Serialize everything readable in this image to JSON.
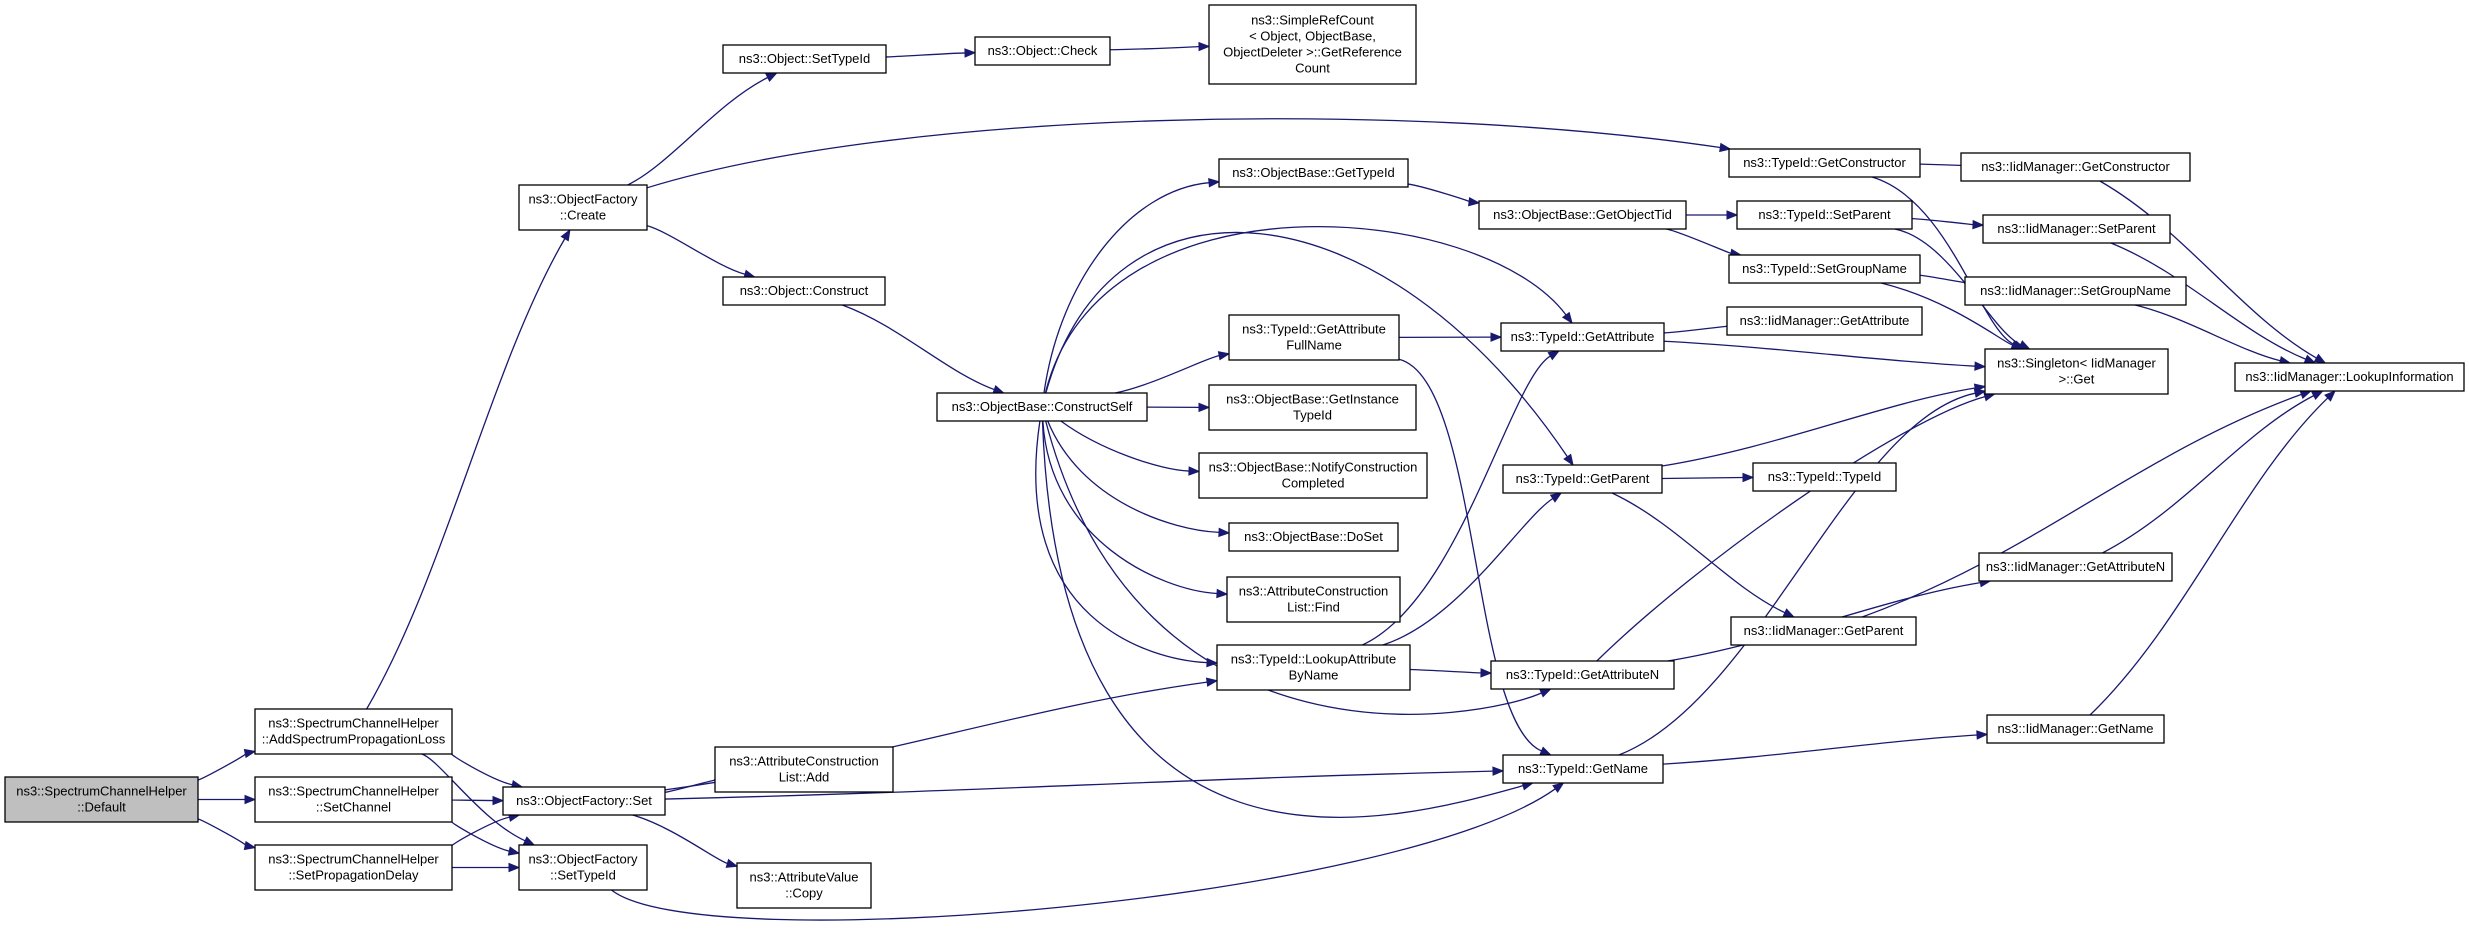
{
  "diagram": {
    "nodes": {
      "default": [
        "ns3::SpectrumChannelHelper",
        "::Default"
      ],
      "addLoss": [
        "ns3::SpectrumChannelHelper",
        "::AddSpectrumPropagationLoss"
      ],
      "setChannel": [
        "ns3::SpectrumChannelHelper",
        "::SetChannel"
      ],
      "setDelay": [
        "ns3::SpectrumChannelHelper",
        "::SetPropagationDelay"
      ],
      "create": [
        "ns3::ObjectFactory",
        "::Create"
      ],
      "ofSet": [
        "ns3::ObjectFactory::Set"
      ],
      "ofSetTypeId": [
        "ns3::ObjectFactory",
        "::SetTypeId"
      ],
      "objSetTypeId": [
        "ns3::Object::SetTypeId"
      ],
      "objCheck": [
        "ns3::Object::Check"
      ],
      "simpleRef": [
        "ns3::SimpleRefCount",
        "< Object, ObjectBase,",
        "ObjectDeleter >::GetReference",
        "Count"
      ],
      "objConstruct": [
        "ns3::Object::Construct"
      ],
      "acListAdd": [
        "ns3::AttributeConstruction",
        "List::Add"
      ],
      "avCopy": [
        "ns3::AttributeValue",
        "::Copy"
      ],
      "constructSelf": [
        "ns3::ObjectBase::ConstructSelf"
      ],
      "obGetTypeId": [
        "ns3::ObjectBase::GetTypeId"
      ],
      "tidGetAttrFull": [
        "ns3::TypeId::GetAttribute",
        "FullName"
      ],
      "obGetInstance": [
        "ns3::ObjectBase::GetInstance",
        "TypeId"
      ],
      "obNotify": [
        "ns3::ObjectBase::NotifyConstruction",
        "Completed"
      ],
      "obDoSet": [
        "ns3::ObjectBase::DoSet"
      ],
      "acListFind": [
        "ns3::AttributeConstruction",
        "List::Find"
      ],
      "tidLookupAttr": [
        "ns3::TypeId::LookupAttribute",
        "ByName"
      ],
      "obGetObjectTid": [
        "ns3::ObjectBase::GetObjectTid"
      ],
      "tidGetAttribute": [
        "ns3::TypeId::GetAttribute"
      ],
      "tidGetParent": [
        "ns3::TypeId::GetParent"
      ],
      "tidGetAttributeN": [
        "ns3::TypeId::GetAttributeN"
      ],
      "tidGetName": [
        "ns3::TypeId::GetName"
      ],
      "tidGetConstructor": [
        "ns3::TypeId::GetConstructor"
      ],
      "tidSetParent": [
        "ns3::TypeId::SetParent"
      ],
      "tidSetGroupName": [
        "ns3::TypeId::SetGroupName"
      ],
      "imGetAttribute": [
        "ns3::IidManager::GetAttribute"
      ],
      "singletonGet": [
        "ns3::Singleton< IidManager",
        ">::Get"
      ],
      "tidTypeId": [
        "ns3::TypeId::TypeId"
      ],
      "imGetParent": [
        "ns3::IidManager::GetParent"
      ],
      "imGetConstructor": [
        "ns3::IidManager::GetConstructor"
      ],
      "imSetParent": [
        "ns3::IidManager::SetParent"
      ],
      "imSetGroupName": [
        "ns3::IidManager::SetGroupName"
      ],
      "imGetAttributeN": [
        "ns3::IidManager::GetAttributeN"
      ],
      "imGetName": [
        "ns3::IidManager::GetName"
      ],
      "imLookupInfo": [
        "ns3::IidManager::LookupInformation"
      ]
    },
    "root_node": "default",
    "colors": {
      "edge": "#191970",
      "root_fill": "#bfbfbf",
      "node_fill": "#ffffff",
      "border": "#000000"
    },
    "edges": [
      [
        "default",
        "addLoss"
      ],
      [
        "default",
        "setChannel"
      ],
      [
        "default",
        "setDelay"
      ],
      [
        "addLoss",
        "create"
      ],
      [
        "addLoss",
        "ofSet"
      ],
      [
        "addLoss",
        "ofSetTypeId"
      ],
      [
        "setChannel",
        "ofSet"
      ],
      [
        "setChannel",
        "ofSetTypeId"
      ],
      [
        "setDelay",
        "ofSet"
      ],
      [
        "setDelay",
        "ofSetTypeId"
      ],
      [
        "create",
        "objSetTypeId"
      ],
      [
        "create",
        "tidGetConstructor"
      ],
      [
        "create",
        "objConstruct"
      ],
      [
        "objSetTypeId",
        "objCheck"
      ],
      [
        "objCheck",
        "simpleRef"
      ],
      [
        "objConstruct",
        "constructSelf"
      ],
      [
        "ofSet",
        "tidLookupAttr"
      ],
      [
        "ofSet",
        "acListAdd"
      ],
      [
        "ofSet",
        "avCopy"
      ],
      [
        "ofSet",
        "tidGetName"
      ],
      [
        "ofSetTypeId",
        "tidGetName"
      ],
      [
        "constructSelf",
        "obGetTypeId"
      ],
      [
        "constructSelf",
        "tidGetAttrFull"
      ],
      [
        "constructSelf",
        "obGetInstance"
      ],
      [
        "constructSelf",
        "obNotify"
      ],
      [
        "constructSelf",
        "obDoSet"
      ],
      [
        "constructSelf",
        "acListFind"
      ],
      [
        "constructSelf",
        "tidGetAttribute"
      ],
      [
        "constructSelf",
        "tidGetParent"
      ],
      [
        "constructSelf",
        "tidGetAttributeN"
      ],
      [
        "constructSelf",
        "tidGetName"
      ],
      [
        "constructSelf",
        "tidLookupAttr"
      ],
      [
        "obGetTypeId",
        "obGetObjectTid"
      ],
      [
        "obGetObjectTid",
        "tidSetParent"
      ],
      [
        "obGetObjectTid",
        "tidSetGroupName"
      ],
      [
        "tidGetAttrFull",
        "tidGetAttribute"
      ],
      [
        "tidGetAttrFull",
        "tidGetName"
      ],
      [
        "tidLookupAttr",
        "tidGetAttribute"
      ],
      [
        "tidLookupAttr",
        "tidGetParent"
      ],
      [
        "tidLookupAttr",
        "tidGetAttributeN"
      ],
      [
        "tidGetAttribute",
        "imGetAttribute"
      ],
      [
        "tidGetAttribute",
        "singletonGet"
      ],
      [
        "tidGetParent",
        "singletonGet"
      ],
      [
        "tidGetParent",
        "tidTypeId"
      ],
      [
        "tidGetParent",
        "imGetParent"
      ],
      [
        "tidGetAttributeN",
        "singletonGet"
      ],
      [
        "tidGetAttributeN",
        "imGetAttributeN"
      ],
      [
        "tidGetName",
        "singletonGet"
      ],
      [
        "tidGetName",
        "imGetName"
      ],
      [
        "tidGetConstructor",
        "imGetConstructor"
      ],
      [
        "tidGetConstructor",
        "singletonGet"
      ],
      [
        "tidSetParent",
        "imSetParent"
      ],
      [
        "tidSetParent",
        "singletonGet"
      ],
      [
        "tidSetGroupName",
        "imSetGroupName"
      ],
      [
        "tidSetGroupName",
        "singletonGet"
      ],
      [
        "imGetConstructor",
        "imLookupInfo"
      ],
      [
        "imSetParent",
        "imLookupInfo"
      ],
      [
        "imSetGroupName",
        "imLookupInfo"
      ],
      [
        "imGetParent",
        "imLookupInfo"
      ],
      [
        "imGetAttributeN",
        "imLookupInfo"
      ],
      [
        "imGetName",
        "imLookupInfo"
      ]
    ]
  }
}
